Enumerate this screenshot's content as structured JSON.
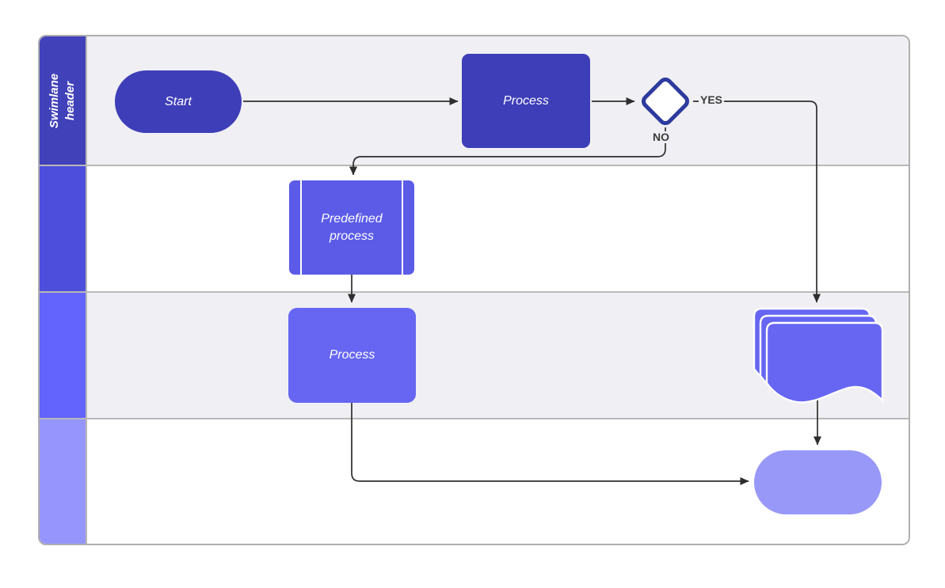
{
  "diagram": {
    "type": "swimlane-flowchart",
    "lanes": [
      {
        "label": "Swimlane header"
      },
      {
        "label": ""
      },
      {
        "label": ""
      },
      {
        "label": ""
      }
    ],
    "nodes": {
      "start": {
        "type": "terminator",
        "label": "Start"
      },
      "process1": {
        "type": "process",
        "label": "Process"
      },
      "decision": {
        "type": "decision",
        "label": ""
      },
      "predefined": {
        "type": "predefined-process",
        "label": "Predefined process"
      },
      "process2": {
        "type": "process",
        "label": "Process"
      },
      "multi_document": {
        "type": "multi-document",
        "label": ""
      },
      "end": {
        "type": "terminator",
        "label": ""
      }
    },
    "edges": {
      "yes_label": "YES",
      "no_label": "NO"
    }
  },
  "colors": {
    "lane1_header": "#4141BA",
    "lane2_header": "#4E4EDC",
    "lane3_header": "#6363FD",
    "lane4_header": "#9595FD",
    "lane_bg_a": "#F0F0F4",
    "lane_bg_b": "#FFFFFF",
    "node_dark": "#3E3EB8",
    "node_predefined": "#5B5BE8",
    "node_mid": "#6666F2",
    "node_end": "#9898F8",
    "decision_fill": "#FFFFFF",
    "decision_border": "#2D3A9E",
    "doc_outline": "#FFFFFF",
    "connector": "#2E2E2E",
    "edge_label_text": "#3B3B3B",
    "lane_border": "#B8B8B8",
    "frame_border": "#AFAFAF"
  }
}
